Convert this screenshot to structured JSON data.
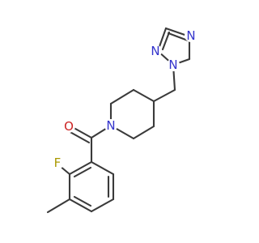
{
  "molecule": {
    "atoms": {
      "n_triazole_3": {
        "symbol": "N",
        "color": "#3333cc"
      },
      "n_triazole_2": {
        "symbol": "N",
        "color": "#3333cc"
      },
      "n_triazole_1": {
        "symbol": "N",
        "color": "#3333cc"
      },
      "n_piperidine": {
        "symbol": "N",
        "color": "#3333cc"
      },
      "o_carbonyl": {
        "symbol": "O",
        "color": "#cc2222"
      },
      "f_fluoro": {
        "symbol": "F",
        "color": "#aa9900"
      }
    },
    "bond_color": "#3a3a3a"
  }
}
